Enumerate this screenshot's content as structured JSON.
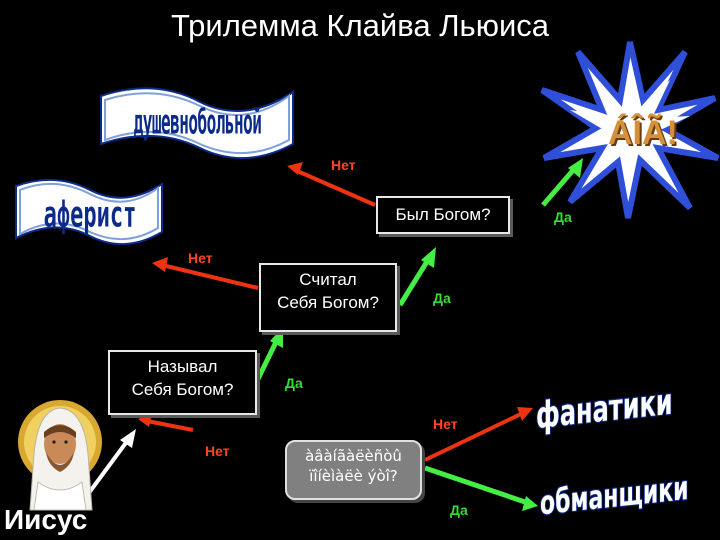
{
  "title": "Трилемма Клайва Льюиса",
  "labels": {
    "lunatic": "душевнобольной",
    "liar": "аферист",
    "fanatics": "фанатики",
    "deceivers": "обманщики",
    "god_star": "ÁÎÃ!",
    "jesus": "Иисус"
  },
  "questions": {
    "q1": [
      "Называл",
      "Себя Богом?"
    ],
    "q2": [
      "Считал",
      "Себя Богом?"
    ],
    "q3": "Был Богом?",
    "q4": [
      "àâàíãàëèñòû",
      "ïîíèìàëè ýòî?"
    ]
  },
  "answers": {
    "no": "Нет",
    "yes": "Да"
  },
  "colors": {
    "no_arrow": "#ee3311",
    "yes_arrow": "#44ee44",
    "neutral_arrow": "#ffffff",
    "banner_fill": "#ffffff",
    "banner_text": "#0c2a8a"
  },
  "icons": [
    "star-burst-icon",
    "jesus-portrait-icon"
  ]
}
